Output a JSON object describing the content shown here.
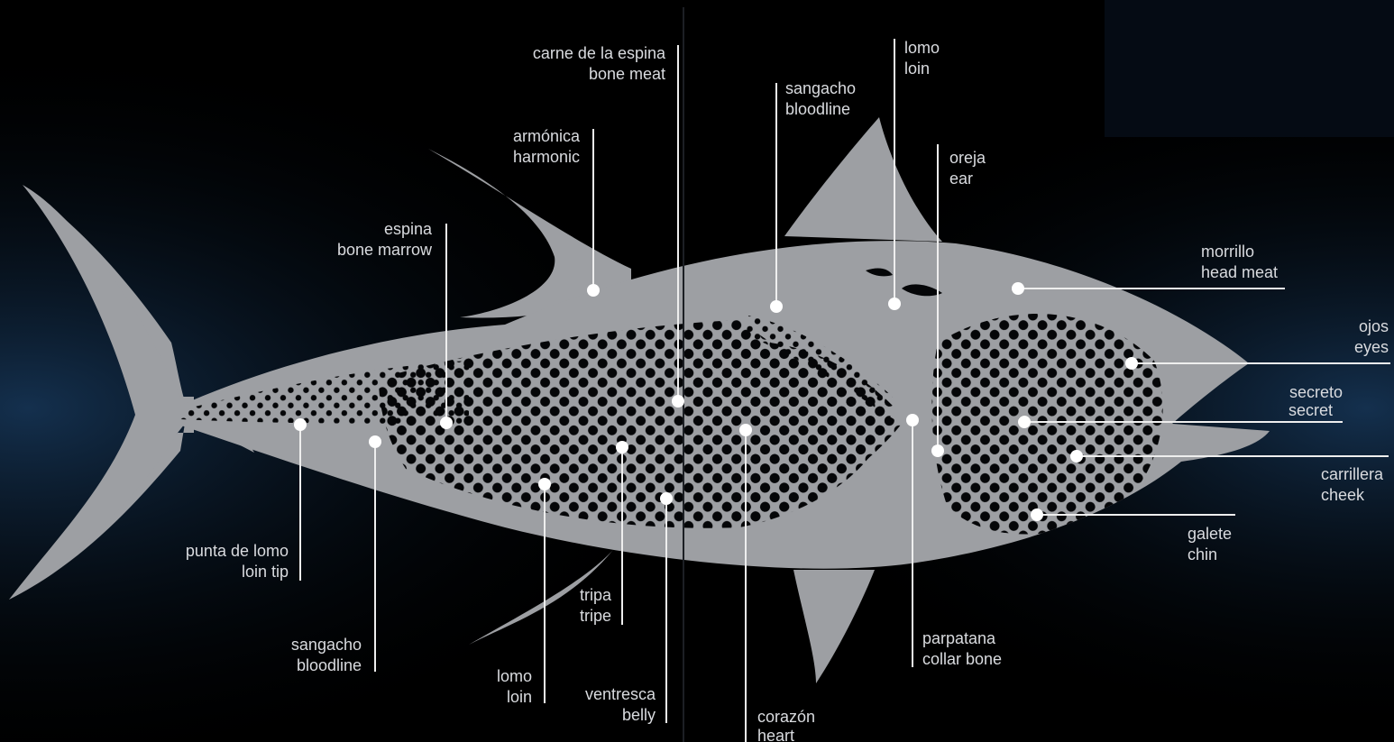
{
  "background": {
    "base": "#000000",
    "glow": "#14304e",
    "fish": "#9d9fa3",
    "pattern": "#050608",
    "line": "#eeeeee",
    "text": "#d9dbdf"
  },
  "labels": {
    "carne_espina": {
      "es": "carne de la espina",
      "en": "bone meat"
    },
    "armonica": {
      "es": "armónica",
      "en": "harmonic"
    },
    "espina": {
      "es": "espina",
      "en": "bone marrow"
    },
    "sangacho_top": {
      "es": "sangacho",
      "en": "bloodline"
    },
    "lomo_top": {
      "es": "lomo",
      "en": "loin"
    },
    "oreja": {
      "es": "oreja",
      "en": "ear"
    },
    "morrillo": {
      "es": "morrillo",
      "en": "head meat"
    },
    "ojos": {
      "es": "ojos",
      "en": "eyes"
    },
    "secreto": {
      "es": "secreto",
      "en": "secret"
    },
    "carrillera": {
      "es": "carrillera",
      "en": "cheek"
    },
    "galete": {
      "es": "galete",
      "en": "chin"
    },
    "punta_lomo": {
      "es": "punta de lomo",
      "en": "loin tip"
    },
    "sangacho_bottom": {
      "es": "sangacho",
      "en": "bloodline"
    },
    "lomo_bottom": {
      "es": "lomo",
      "en": "loin"
    },
    "tripa": {
      "es": "tripa",
      "en": "tripe"
    },
    "ventresca": {
      "es": "ventresca",
      "en": "belly"
    },
    "corazon": {
      "es": "corazón",
      "en": "heart"
    },
    "parpatana": {
      "es": "parpatana",
      "en": "collar bone"
    }
  }
}
